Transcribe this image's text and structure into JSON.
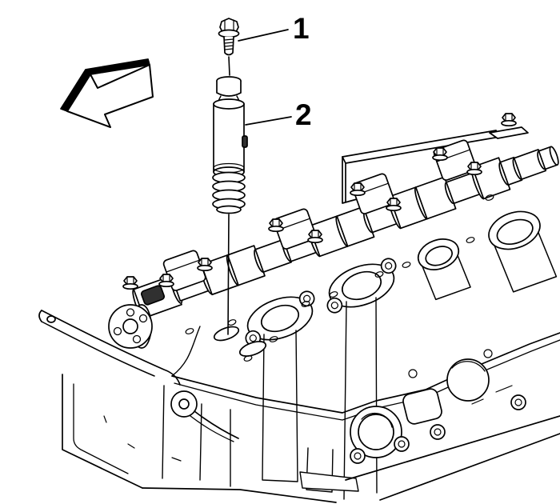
{
  "figure": {
    "type": "technical-illustration",
    "subject": "cylinder-head-with-camshaft-position-actuator-solenoid-valve",
    "callouts": [
      {
        "label": "1"
      },
      {
        "label": "2"
      }
    ],
    "colors": {
      "line": "#000000",
      "background": "#ffffff"
    }
  }
}
